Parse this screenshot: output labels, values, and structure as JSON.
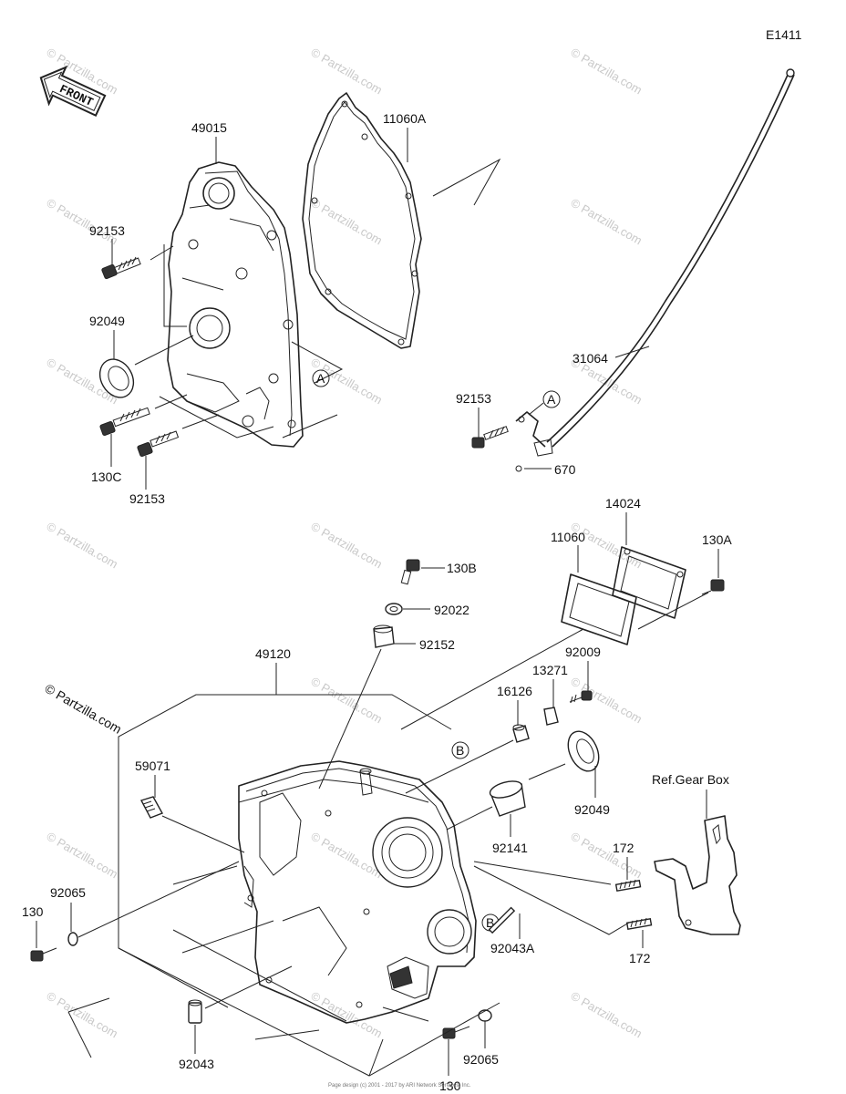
{
  "diagram_code": "E1411",
  "front_arrow_label": "FRONT",
  "watermark": "© Partzilla.com",
  "reference_label": "Ref.Gear Box",
  "callouts": {
    "a": "A",
    "b": "B"
  },
  "parts": {
    "p49015": "49015",
    "p11060A": "11060A",
    "p92153_top": "92153",
    "p92049_top": "92049",
    "p130C": "130C",
    "p92153_bottom": "92153",
    "p31064": "31064",
    "p92153_right": "92153",
    "p670": "670",
    "p14024": "14024",
    "p11060": "11060",
    "p130A": "130A",
    "p130B": "130B",
    "p92022": "92022",
    "p92152": "92152",
    "p49120": "49120",
    "p92009": "92009",
    "p13271": "13271",
    "p16126": "16126",
    "p59071": "59071",
    "p92049_bottom": "92049",
    "p92141": "92141",
    "p172_top": "172",
    "p172_bottom": "172",
    "p92065_left": "92065",
    "p130_left": "130",
    "p92043A": "92043A",
    "p92043": "92043",
    "p92065_bottom": "92065",
    "p130_bottom": "130"
  },
  "footer_text": "Page design (c) 2001 - 2017 by ARI Network Services, Inc."
}
